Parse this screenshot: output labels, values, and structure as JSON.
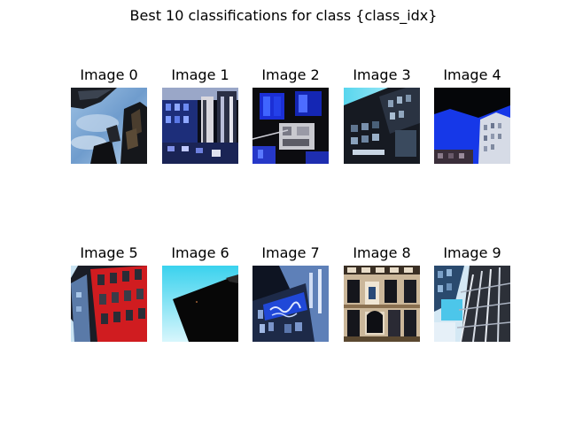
{
  "figure": {
    "suptitle": "Best 10 classifications for class {class_idx}"
  },
  "images": [
    {
      "title": "Image 0"
    },
    {
      "title": "Image 1"
    },
    {
      "title": "Image 2"
    },
    {
      "title": "Image 3"
    },
    {
      "title": "Image 4"
    },
    {
      "title": "Image 5"
    },
    {
      "title": "Image 6"
    },
    {
      "title": "Image 7"
    },
    {
      "title": "Image 8"
    },
    {
      "title": "Image 9"
    }
  ]
}
